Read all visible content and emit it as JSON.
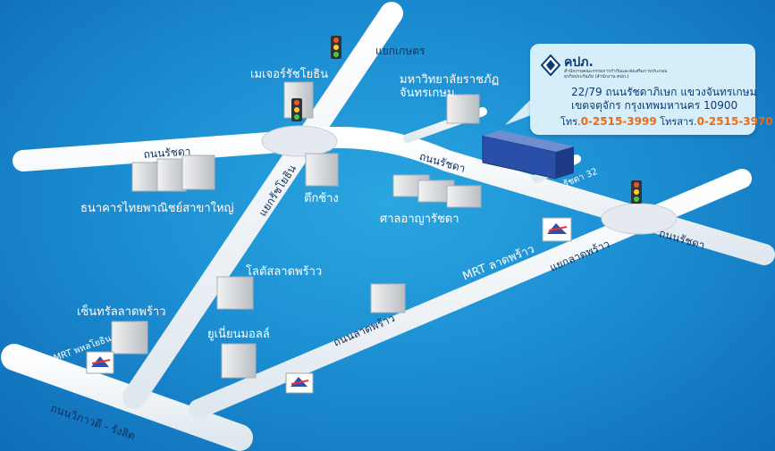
{
  "office": {
    "org_short": "คปภ.",
    "org_full": "สำนักงานคณะกรรมการกำกับและส่งเสริมการประกอบธุรกิจประกันภัย (สำนักงาน คปภ.)",
    "address_line1": "22/79 ถนนรัชดาภิเษก แขวงจันทรเกษม",
    "address_line2": "เขตจตุจักร กรุงเทพมหานคร 10900",
    "phone_label": "โทร.",
    "phone": "0-2515-3999",
    "fax_label": "โทรสาร.",
    "fax": "0-2515-3970"
  },
  "roads": {
    "ratchada_west": "ถนนรัชดา",
    "ratchada_center": "ถนนรัชดา",
    "ratchada_east": "ถนนรัชดา",
    "lat_phrao": "ถนนลาดพร้าว",
    "vibhavadi": "ถนนวิภาวดี - รังสิต",
    "ratchayothin_jct": "แยกรัชโยธิน",
    "lat_phrao_jct": "แยกลาดพร้าว",
    "kaset_jct": "แยกเกษตร",
    "soi_32": "รัชดา 32"
  },
  "landmarks": {
    "major": "เมเจอร์รัชโยธิน",
    "rajabhat": "มหาวิทยาลัยราชภัฏ\nจันทรเกษม",
    "scb": "ธนาคารไทยพาณิชย์สาขาใหญ่",
    "tuk_chang": "ตึกช้าง",
    "court": "ศาลอาญารัชดา",
    "lotus": "โลตัสลาดพร้าว",
    "central": "เซ็นทรัลลาดพร้าว",
    "union": "ยูเนี่ยนมอลล์",
    "mrt_latphrao": "MRT ลาดพร้าว",
    "mrt_phahon": "MRT พหลโยธิน"
  },
  "colors": {
    "sea_light": "#2aa6e0",
    "sea_dark": "#0f6db8",
    "road": "#ffffff",
    "label": "#10305a",
    "accent_orange": "#ef6a14",
    "card_bg": "#d6eefa"
  },
  "icons": [
    "traffic-light-icon",
    "building-icon",
    "mrt-sign-icon",
    "office-building-icon",
    "oic-logo-icon"
  ]
}
